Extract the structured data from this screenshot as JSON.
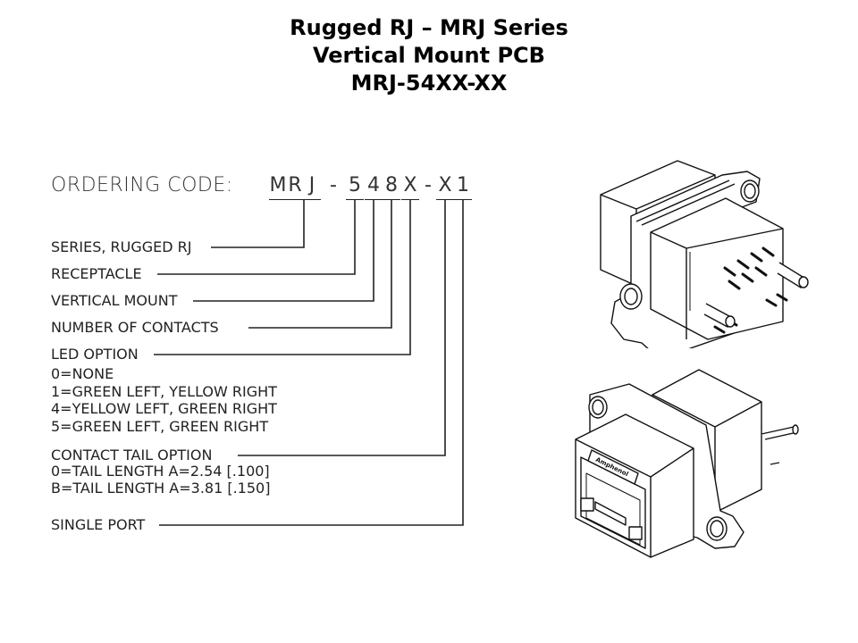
{
  "title": {
    "line1": "Rugged RJ – MRJ Series",
    "line2": "Vertical Mount PCB",
    "line3": "MRJ-54XX-XX"
  },
  "ordering_code": {
    "label": "ORDERING CODE:",
    "chars": [
      "M",
      "R",
      "J",
      "-",
      "5",
      "4",
      "8",
      "X",
      "-",
      "X",
      "1"
    ]
  },
  "options": {
    "series": "SERIES, RUGGED RJ",
    "receptacle": "RECEPTACLE",
    "vertical_mount": "VERTICAL MOUNT",
    "number_of_contacts": "NUMBER OF CONTACTS",
    "led_option": {
      "label": "LED OPTION",
      "values": [
        "0=NONE",
        "1=GREEN LEFT, YELLOW RIGHT",
        "4=YELLOW LEFT, GREEN RIGHT",
        "5=GREEN LEFT, GREEN RIGHT"
      ]
    },
    "contact_tail_option": {
      "label": "CONTACT TAIL OPTION",
      "values": [
        "0=TAIL LENGTH A=2.54 [.100]",
        "B=TAIL LENGTH A=3.81 [.150]"
      ]
    },
    "single_port": "SINGLE PORT"
  },
  "drawings": {
    "rear_view_label": "connector-rear-isometric",
    "front_view_brand": "Amphenol"
  },
  "colors": {
    "text": "#222222",
    "title": "#000000",
    "line": "#222222",
    "background": "#ffffff"
  }
}
